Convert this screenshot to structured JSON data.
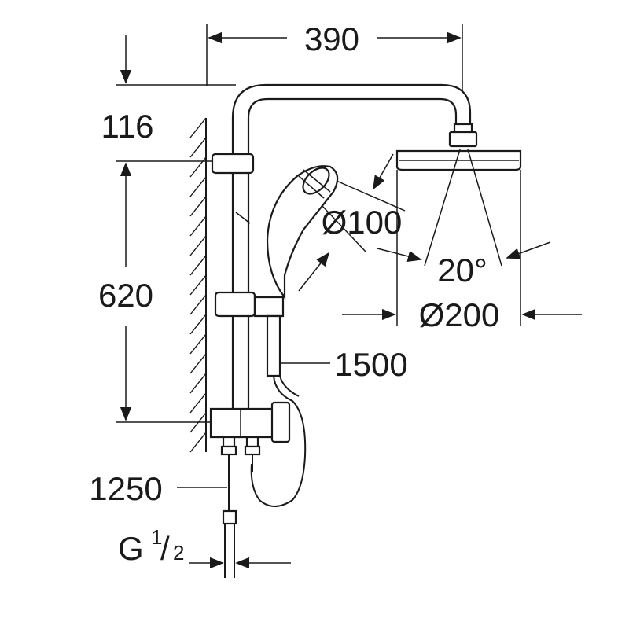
{
  "dimensions": {
    "arm_reach": "390",
    "head_offset": "116",
    "rail_length": "620",
    "hand_shower_diameter": "Ø100",
    "spray_angle": "20°",
    "head_diameter": "Ø200",
    "hose_length": "1500",
    "supply_hose_length": "1250",
    "thread_prefix": "G",
    "thread_numerator": "1",
    "thread_slash": "/",
    "thread_denominator": "2"
  },
  "colors": {
    "line": "#1a1a1a",
    "background": "#ffffff"
  }
}
